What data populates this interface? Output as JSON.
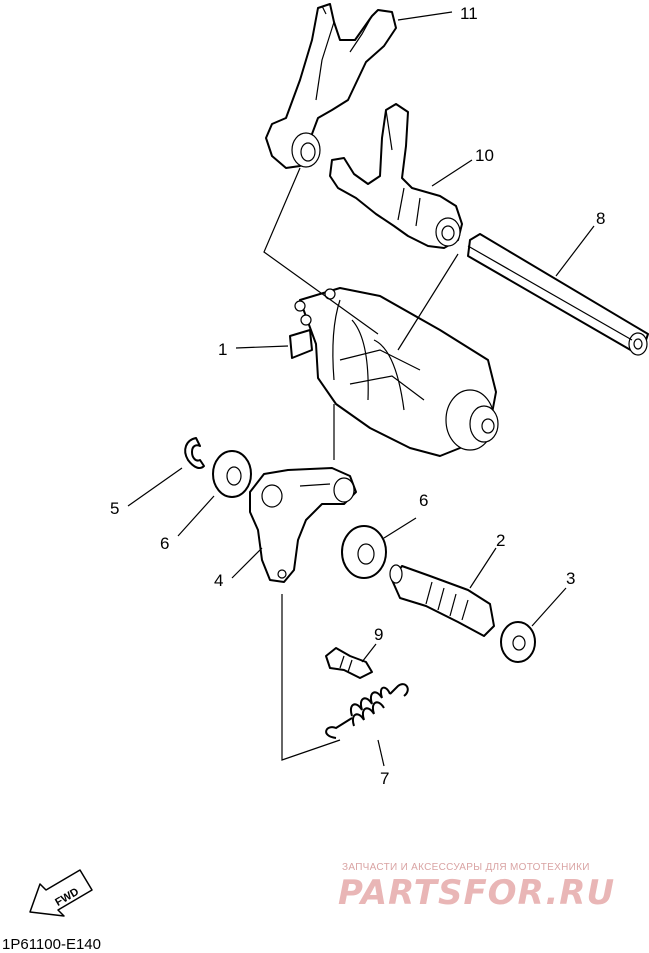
{
  "diagram": {
    "callouts": [
      {
        "id": "1",
        "label": "1"
      },
      {
        "id": "2",
        "label": "2"
      },
      {
        "id": "3",
        "label": "3"
      },
      {
        "id": "4",
        "label": "4"
      },
      {
        "id": "5",
        "label": "5"
      },
      {
        "id": "6a",
        "label": "6"
      },
      {
        "id": "6b",
        "label": "6"
      },
      {
        "id": "7",
        "label": "7"
      },
      {
        "id": "8",
        "label": "8"
      },
      {
        "id": "9",
        "label": "9"
      },
      {
        "id": "10",
        "label": "10"
      },
      {
        "id": "11",
        "label": "11"
      }
    ],
    "fwd_label": "FWD",
    "drawing_code": "1P61100-E140"
  },
  "watermark": {
    "caption": "ЗАПЧАСТИ И АКСЕССУАРЫ ДЛЯ МОТОТЕХНИКИ",
    "logo": "PARTSFOR.RU"
  }
}
